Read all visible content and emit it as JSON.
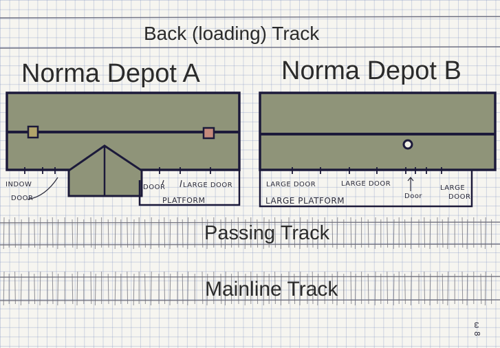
{
  "tracks": {
    "back": "Back (loading) Track",
    "passing": "Passing Track",
    "mainline": "Mainline Track"
  },
  "depot_a": {
    "name": "Norma Depot A",
    "labels": {
      "window": "INDOW",
      "door_left": "DOOR",
      "door": "DOOR",
      "large_door": "LARGE DOOR",
      "platform": "PLATFORM"
    }
  },
  "depot_b": {
    "name": "Norma Depot B",
    "labels": {
      "large_door_1": "LARGE DOOR",
      "large_door_2": "LARGE DOOR",
      "door": "Door",
      "large_door_3a": "LARGE",
      "large_door_3b": "DOOR",
      "platform": "LARGE PLATFORM"
    }
  },
  "margin_note": "ω 8",
  "colors": {
    "roof_fill": "#8f9479",
    "ink": "#1c1a3a",
    "paper": "#f6f5f0",
    "grid": "#8c9cc6",
    "chimney_a_left": "#b2a46a",
    "chimney_a_right": "#c58a7c"
  }
}
